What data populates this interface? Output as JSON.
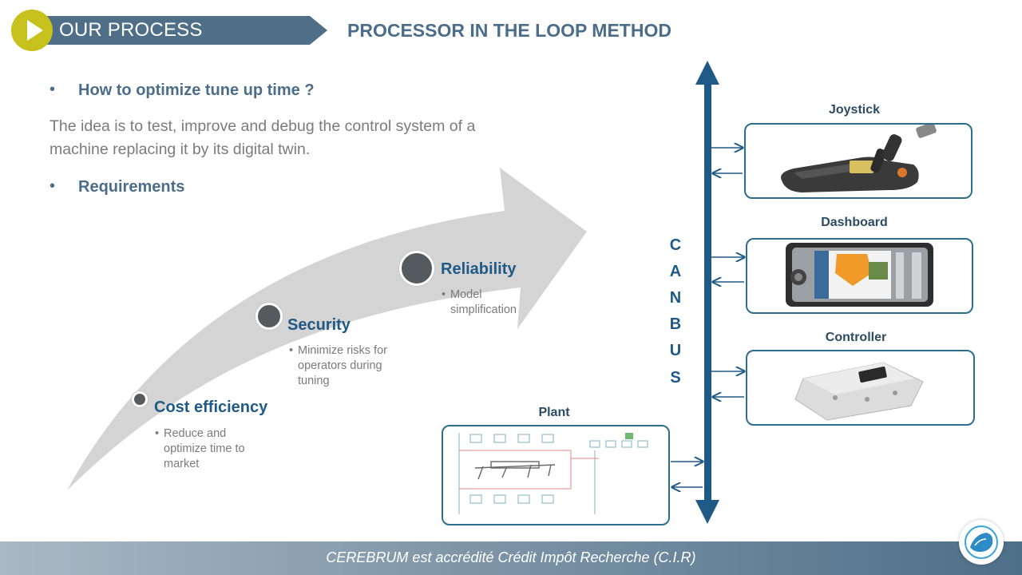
{
  "header": {
    "title": "OUR PROCESS",
    "subtitle": "PROCESSOR IN THE LOOP METHOD"
  },
  "intro": {
    "bullet_char": "•",
    "question": "How to optimize tune up time ?",
    "idea_line1": "The idea is to test, improve and debug the control system of a",
    "idea_line2": "machine replacing it by its digital twin.",
    "requirements": "Requirements"
  },
  "milestones": [
    {
      "title": "Cost efficiency",
      "items": [
        "Reduce  and",
        "optimize time to",
        "market"
      ]
    },
    {
      "title": "Security",
      "items": [
        "Minimize risks for",
        "operators during",
        "tuning"
      ]
    },
    {
      "title": "Reliability",
      "items": [
        "Model",
        "simplification"
      ]
    }
  ],
  "canbus_letters": [
    "C",
    "A",
    "N",
    "B",
    "U",
    "S"
  ],
  "devices": {
    "joystick": "Joystick",
    "dashboard": "Dashboard",
    "controller": "Controller",
    "plant": "Plant"
  },
  "footer": {
    "text": "CEREBRUM  est accrédité Crédit Impôt Recherche (C.I.R)"
  },
  "colors": {
    "accent": "#c6c11c",
    "header_band": "#4f6f88",
    "bus": "#1f5a86",
    "box_border": "#2c6e8e"
  },
  "icons": {
    "play": "play-icon",
    "logo": "cerebrum-logo-icon"
  }
}
